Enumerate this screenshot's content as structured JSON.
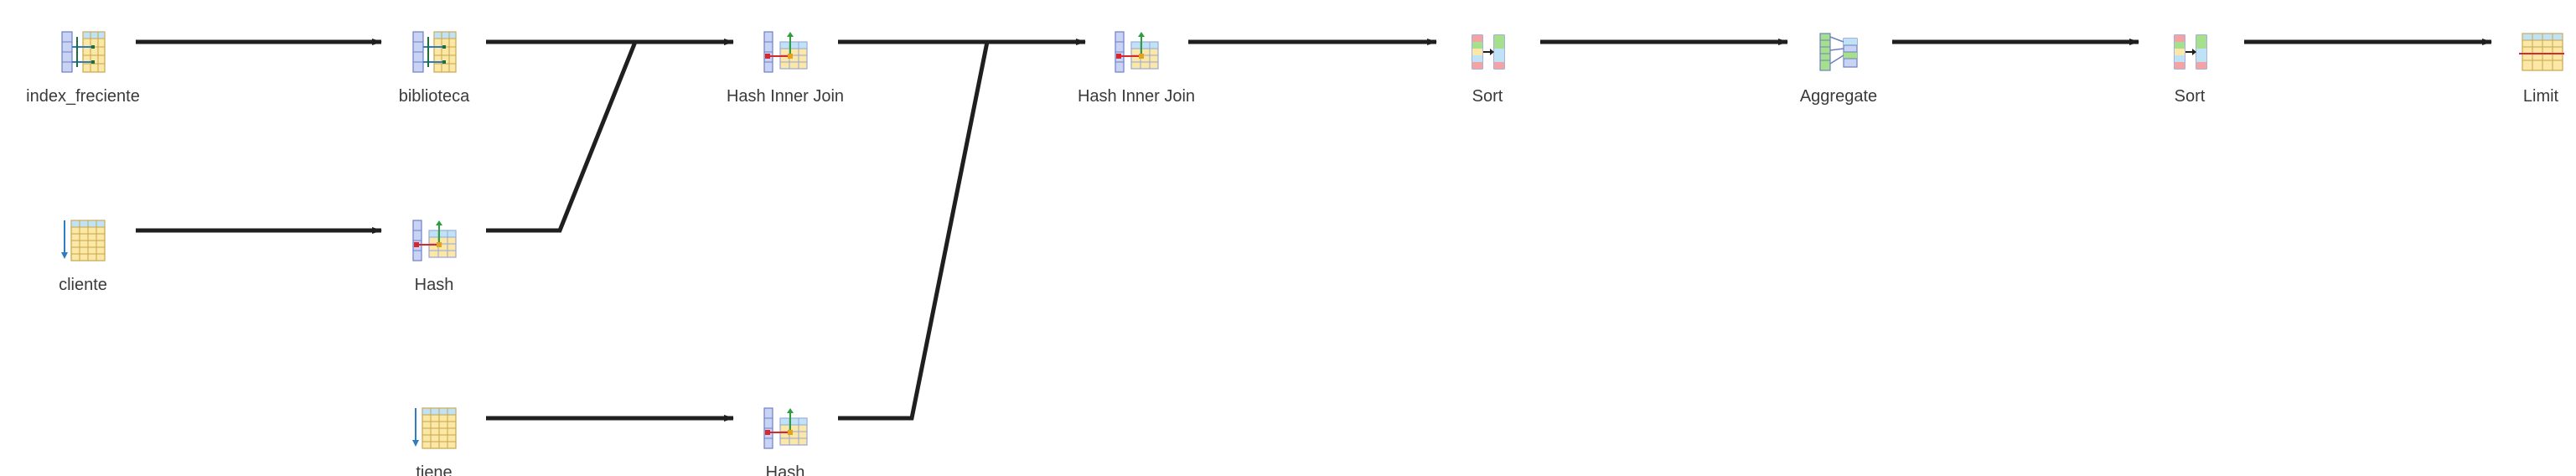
{
  "diagram": {
    "nodes": [
      {
        "id": "n1",
        "label": "index_freciente",
        "icon": "index-scan-icon"
      },
      {
        "id": "n2",
        "label": "biblioteca",
        "icon": "index-scan-icon"
      },
      {
        "id": "n3",
        "label": "Hash Inner Join",
        "icon": "hash-join-icon"
      },
      {
        "id": "n4",
        "label": "Hash Inner Join",
        "icon": "hash-join-icon"
      },
      {
        "id": "n5",
        "label": "Sort",
        "icon": "sort-icon"
      },
      {
        "id": "n6",
        "label": "Aggregate",
        "icon": "aggregate-icon"
      },
      {
        "id": "n7",
        "label": "Sort",
        "icon": "sort-icon"
      },
      {
        "id": "n8",
        "label": "Limit",
        "icon": "limit-icon"
      },
      {
        "id": "n9",
        "label": "cliente",
        "icon": "seq-scan-icon"
      },
      {
        "id": "n10",
        "label": "Hash",
        "icon": "hash-icon"
      },
      {
        "id": "n11",
        "label": "tiene",
        "icon": "seq-scan-icon"
      },
      {
        "id": "n12",
        "label": "Hash",
        "icon": "hash-icon"
      }
    ],
    "colors": {
      "edge": "#1f1f1f",
      "label": "#3a3a3a",
      "table_fill": "#fbe7a6",
      "table_header": "#bfe2f7",
      "grid_line": "#c9a64a",
      "index_fill": "#c9d4f4",
      "index_stroke": "#6d7fc4",
      "pointer_blue": "#2f7dc0",
      "hash_red": "#d6282e",
      "hash_green": "#2e9e3e",
      "sort_green": "#a6e08c"
    }
  }
}
